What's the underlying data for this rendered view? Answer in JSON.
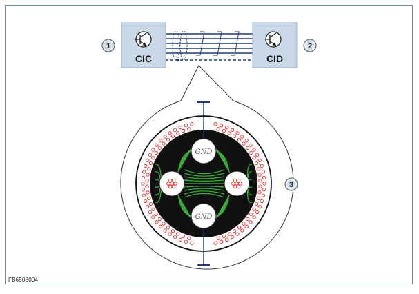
{
  "module_left": {
    "label": "CIC",
    "callout": "1"
  },
  "module_right": {
    "label": "CID",
    "callout": "2"
  },
  "cable_section": {
    "callout": "3",
    "ground_top": "GND",
    "ground_bottom": "GND"
  },
  "figure_code": "FB6508004",
  "colors": {
    "module_fill": "#c9d9e8",
    "wire": "#1f3b73",
    "shield_strand": "#d9302c",
    "field_line": "#3cb43c",
    "core": "#111111",
    "callout_fill": "#d3dde6"
  },
  "icons": {
    "module_left": "transistor-icon",
    "module_right": "transistor-icon"
  }
}
